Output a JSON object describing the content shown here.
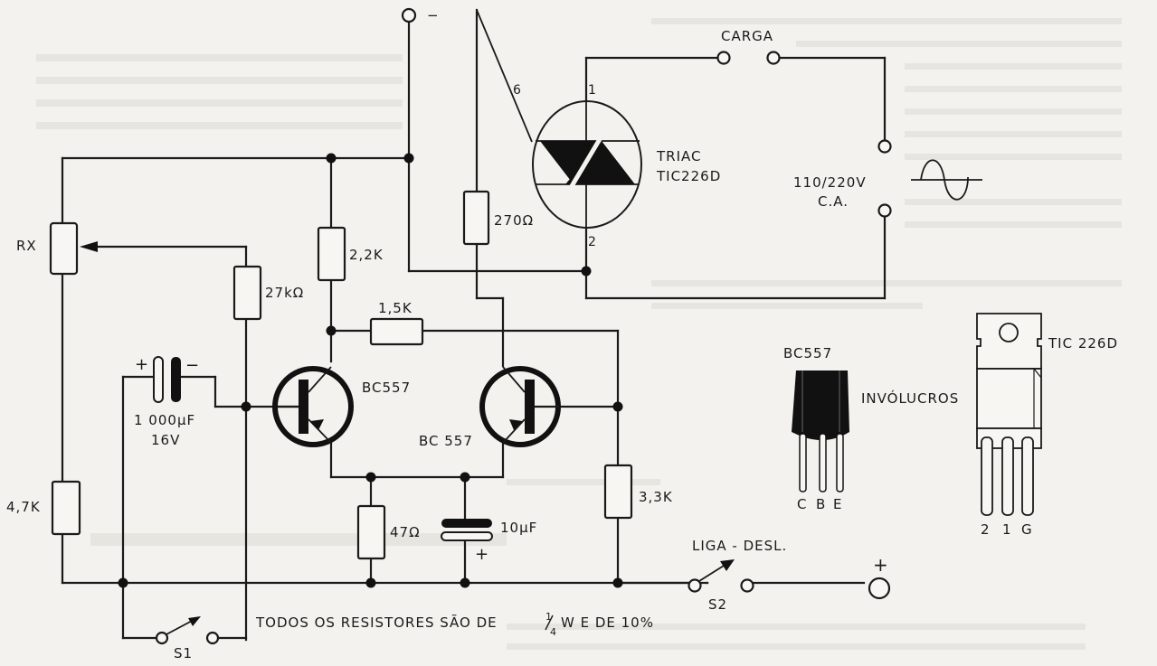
{
  "diagram": {
    "type": "circuit-schematic",
    "language": "pt",
    "terminals": {
      "negative": "−",
      "positive": "+"
    },
    "load": {
      "label": "CARGA"
    },
    "mains": {
      "voltage_label": "110/220V",
      "type_label": "C.A.",
      "symbol": "sine-wave-icon"
    },
    "triac": {
      "type_label": "TRIAC",
      "part_label": "TIC226D",
      "pin_gate": "6",
      "pin_mt1": "1",
      "pin_mt2": "2"
    },
    "transistors": [
      {
        "ref": "Q1",
        "label": "BC557"
      },
      {
        "ref": "Q2",
        "label": "BC 557"
      }
    ],
    "resistors": [
      {
        "ref": "RX",
        "label": "RX"
      },
      {
        "ref": "R1",
        "label": "4,7K"
      },
      {
        "ref": "R2",
        "label": "27kΩ"
      },
      {
        "ref": "R3",
        "label": "2,2K"
      },
      {
        "ref": "R4",
        "label": "1,5K"
      },
      {
        "ref": "R5",
        "label": "270Ω"
      },
      {
        "ref": "R6",
        "label": "47Ω"
      },
      {
        "ref": "R7",
        "label": "3,3K"
      }
    ],
    "capacitors": [
      {
        "ref": "C1",
        "value": "1 000µF",
        "voltage": "16V",
        "plus": "+",
        "minus": "−"
      },
      {
        "ref": "C2",
        "value": "10µF",
        "plus": "+"
      }
    ],
    "switches": [
      {
        "ref": "S1",
        "label": "S1"
      },
      {
        "ref": "S2",
        "label": "S2",
        "function": "LIGA - DESL."
      }
    ],
    "note": {
      "prefix": "TODOS OS RESISTORES SÃO DE",
      "fraction_num": "1",
      "fraction_den": "4",
      "suffix": "W E DE 10%"
    },
    "packages": {
      "title": "INVÓLUCROS",
      "bc557": {
        "label": "BC557",
        "pins": [
          "C",
          "B",
          "E"
        ]
      },
      "tic226d": {
        "label": "TIC 226D",
        "pins": [
          "2",
          "1",
          "G"
        ]
      }
    }
  }
}
